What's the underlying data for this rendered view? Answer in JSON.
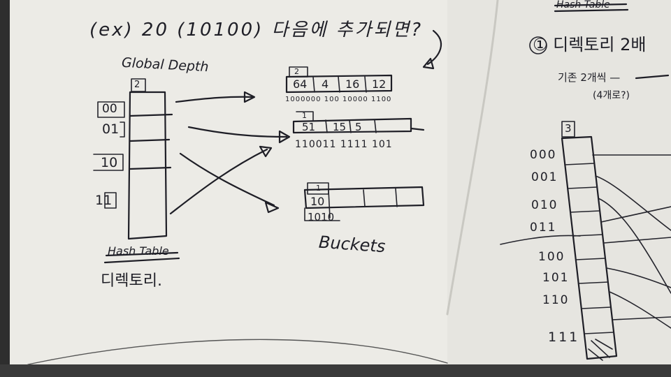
{
  "notes": {
    "header": "(ex) 20 (10100) 다음에 추가되면?",
    "global_depth_label": "Global Depth",
    "global_depth_value": "2",
    "directory_keys": [
      "00",
      "01",
      "10",
      "11"
    ],
    "directory_caption": "Hash Table",
    "directory_caption_sub": "디렉토리.",
    "buckets_label": "Buckets",
    "bucket_1": {
      "local_depth": "2",
      "values": [
        "64",
        "4",
        "16",
        "12"
      ],
      "binaries": "1000000  100  10000  1100"
    },
    "bucket_2": {
      "local_depth": "1",
      "values": [
        "51",
        "15",
        "5"
      ],
      "binaries": "110011  1111  101"
    },
    "bucket_3": {
      "local_depth": "1",
      "values": [
        "10"
      ],
      "binaries": "1010"
    }
  },
  "right_page": {
    "top_label": "Hash Table",
    "heading": "① 디렉토리 2배",
    "note": "기존 2개씩 —",
    "note_sub": "(4개로?)",
    "global_depth_value": "3",
    "directory_keys": [
      "000",
      "001",
      "010",
      "011",
      "100",
      "101",
      "110",
      "111"
    ]
  }
}
